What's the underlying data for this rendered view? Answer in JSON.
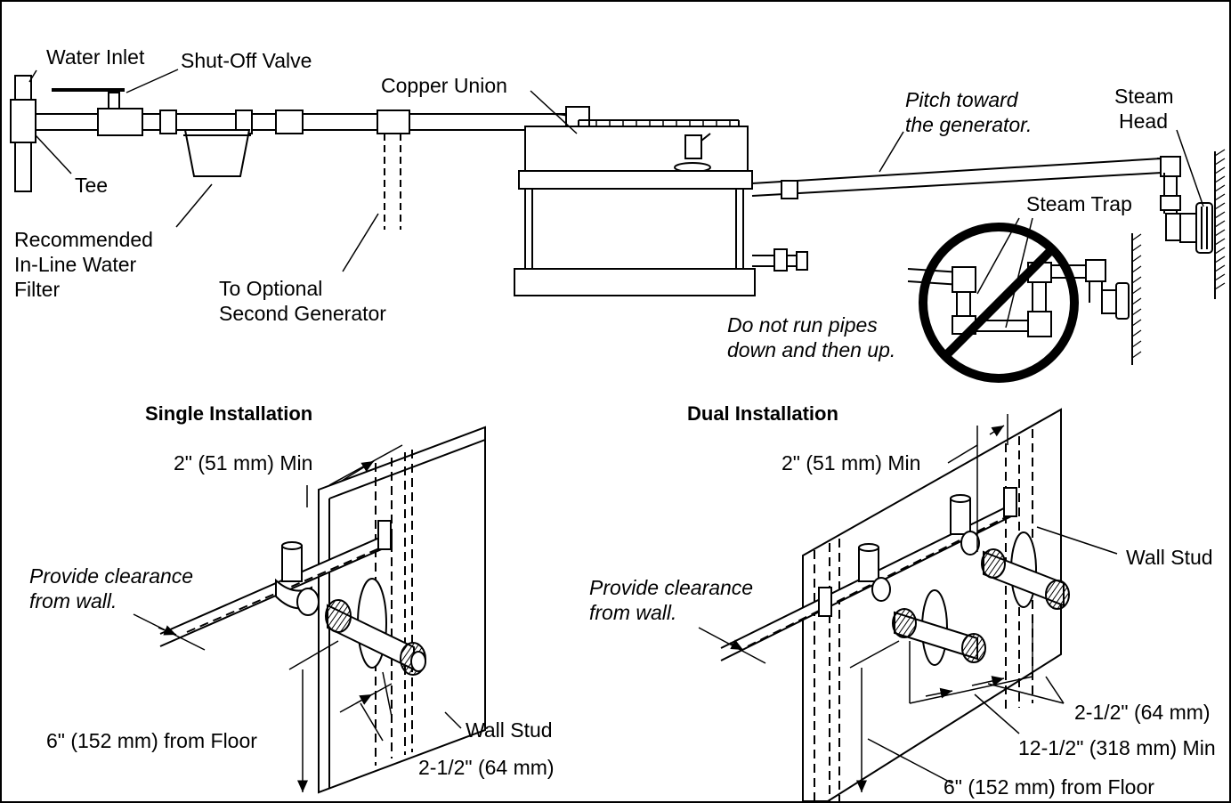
{
  "top": {
    "water_inlet": "Water Inlet",
    "shutoff_valve": "Shut-Off Valve",
    "tee": "Tee",
    "filter": [
      "Recommended",
      "In-Line Water",
      "Filter"
    ],
    "optional": [
      "To Optional",
      "Second Generator"
    ],
    "copper_union": "Copper Union",
    "pitch": [
      "Pitch toward",
      "the generator."
    ],
    "steam_head": [
      "Steam",
      "Head"
    ],
    "steam_trap": "Steam Trap",
    "do_not": [
      "Do not run pipes",
      "down and then up."
    ]
  },
  "single": {
    "title": "Single Installation",
    "min": "2\" (51 mm) Min",
    "clearance": [
      "Provide clearance",
      "from wall."
    ],
    "floor": "6\" (152 mm) from Floor",
    "stud": "Wall Stud",
    "spacing": "2-1/2\" (64 mm)"
  },
  "dual": {
    "title": "Dual Installation",
    "min": "2\" (51 mm) Min",
    "stud": "Wall Stud",
    "clearance": [
      "Provide clearance",
      "from wall."
    ],
    "spacing": "2-1/2\" (64 mm)",
    "center": "12-1/2\" (318 mm) Min",
    "floor": "6\" (152 mm) from Floor"
  },
  "colors": {
    "line": "#000000",
    "background": "#ffffff",
    "hatch": "#333333"
  }
}
